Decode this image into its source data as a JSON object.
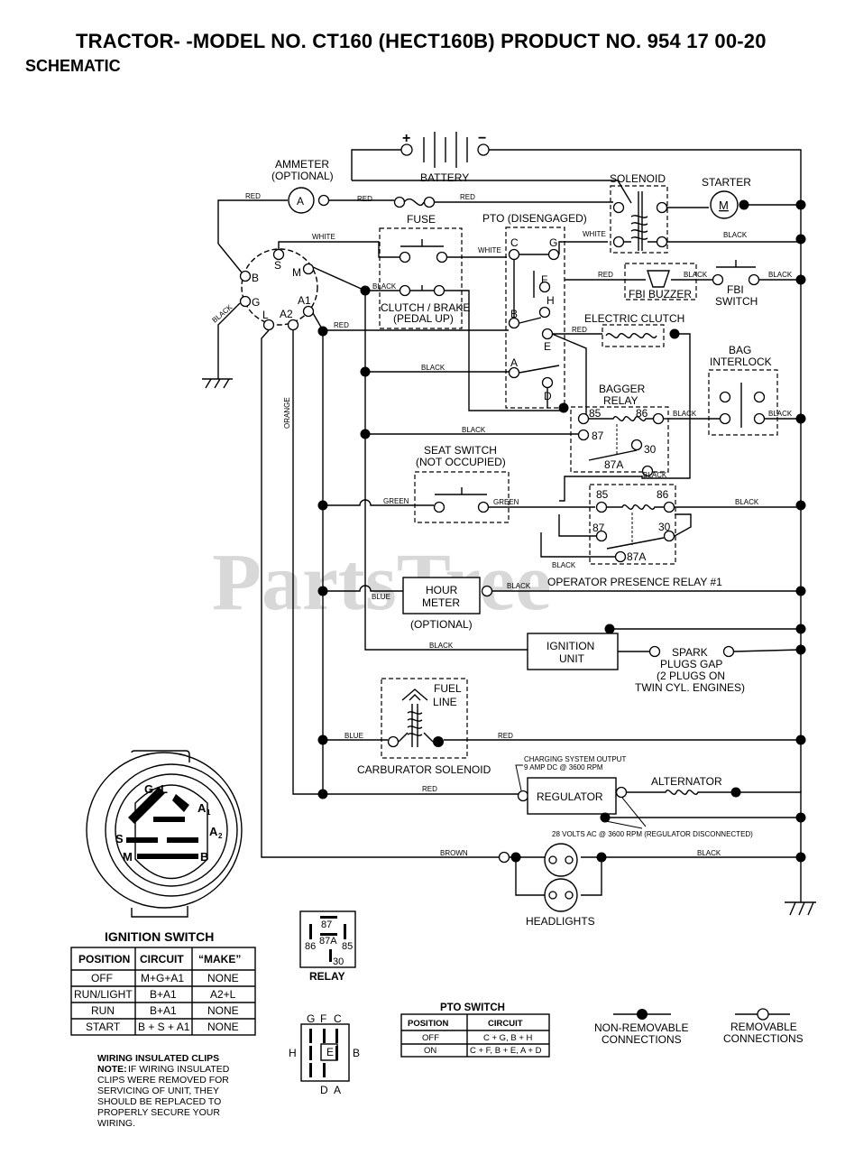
{
  "header": {
    "title": "TRACTOR- -MODEL NO. CT160 (HECT160B) PRODUCT NO. 954 17 00-20",
    "subtitle": "SCHEMATIC"
  },
  "watermark": "PartsTree",
  "components": {
    "battery": "BATTERY",
    "battery_plus": "+",
    "battery_minus": "−",
    "ammeter": "AMMETER",
    "ammeter_optional": "(OPTIONAL)",
    "ammeter_symbol": "A",
    "fuse": "FUSE",
    "solenoid": "SOLENOID",
    "starter": "STARTER",
    "starter_symbol": "M",
    "pto": "PTO (DISENGAGED)",
    "clutch_brake_1": "CLUTCH / BRAKE",
    "clutch_brake_2": "(PEDAL UP)",
    "fbi_buzzer": "FBI BUZZER",
    "fbi_switch_1": "FBI",
    "fbi_switch_2": "SWITCH",
    "electric_clutch": "ELECTRIC CLUTCH",
    "bag_interlock_1": "BAG",
    "bag_interlock_2": "INTERLOCK",
    "bagger_relay_1": "BAGGER",
    "bagger_relay_2": "RELAY",
    "seat_switch_1": "SEAT SWITCH",
    "seat_switch_2": "(NOT OCCUPIED)",
    "operator_relay": "OPERATOR PRESENCE RELAY #1",
    "hour_meter_1": "HOUR",
    "hour_meter_2": "METER",
    "hour_meter_optional": "(OPTIONAL)",
    "ignition_unit_1": "IGNITION",
    "ignition_unit_2": "UNIT",
    "spark_1": "SPARK",
    "spark_2": "PLUGS GAP",
    "spark_3": "(2 PLUGS ON",
    "spark_4": "TWIN CYL. ENGINES)",
    "fuel_line_1": "FUEL",
    "fuel_line_2": "LINE",
    "carburetor_solenoid": "CARBURATOR SOLENOID",
    "charging_1": "CHARGING SYSTEM OUTPUT",
    "charging_2": "9 AMP DC @ 3600 RPM",
    "regulator": "REGULATOR",
    "alternator": "ALTERNATOR",
    "volts_note": "28 VOLTS AC @ 3600 RPM (REGULATOR DISCONNECTED)",
    "headlights": "HEADLIGHTS"
  },
  "terminals": {
    "ign_s": "S",
    "ign_m": "M",
    "ign_b": "B",
    "ign_g": "G",
    "ign_l": "L",
    "ign_a2": "A2",
    "ign_a1": "A1",
    "pto_c": "C",
    "pto_g": "G",
    "pto_f": "F",
    "pto_h": "H",
    "pto_b": "B",
    "pto_e": "E",
    "pto_a": "A",
    "pto_d": "D",
    "br_85": "85",
    "br_86": "86",
    "br_87": "87",
    "br_30": "30",
    "br_87a": "87A",
    "op_85": "85",
    "op_86": "86",
    "op_87": "87",
    "op_30": "30",
    "op_87a": "87A"
  },
  "wires": {
    "red_1": "RED",
    "red_2": "RED",
    "red_3": "RED",
    "red_4": "RED",
    "red_5": "RED",
    "red_6": "RED",
    "red_7": "RED",
    "white_1": "WHITE",
    "white_2": "WHITE",
    "white_3": "WHITE",
    "black_1": "BLACK",
    "black_2": "BLACK",
    "black_3": "BLACK",
    "black_4": "BLACK",
    "black_5": "BLACK",
    "black_6": "BLACK",
    "black_7": "BLACK",
    "black_8": "BLACK",
    "black_9": "BLACK",
    "black_10": "BLACK",
    "black_11": "BLACK",
    "black_12": "BLACK",
    "black_13": "BLACK",
    "black_14": "BLACK",
    "black_15": "BLACK",
    "black_16": "BLACK",
    "green_1": "GREEN",
    "green_2": "GREEN",
    "orange": "ORANGE",
    "blue_1": "BLUE",
    "blue_2": "BLUE",
    "brown": "BROWN"
  },
  "ignition_switch": {
    "title": "IGNITION SWITCH",
    "face": {
      "g": "G",
      "l": "L",
      "a1": "A",
      "a1_sub": "1",
      "s": "S",
      "a2": "A",
      "a2_sub": "2",
      "m": "M",
      "b": "B"
    },
    "columns": [
      "POSITION",
      "CIRCUIT",
      "“MAKE”"
    ],
    "rows": [
      [
        "OFF",
        "M+G+A1",
        "NONE"
      ],
      [
        "RUN/LIGHT",
        "B+A1",
        "A2+L"
      ],
      [
        "RUN",
        "B+A1",
        "NONE"
      ],
      [
        "START",
        "B + S + A1",
        "NONE"
      ]
    ]
  },
  "relay_legend": {
    "title": "RELAY",
    "t87": "87",
    "t86": "86",
    "t87a": "87A",
    "t85": "85",
    "t30": "30"
  },
  "pto_legend": {
    "g": "G",
    "f": "F",
    "c": "C",
    "h": "H",
    "e": "E",
    "b": "B",
    "d": "D",
    "a": "A"
  },
  "pto_switch": {
    "title": "PTO SWITCH",
    "columns": [
      "POSITION",
      "CIRCUIT"
    ],
    "rows": [
      [
        "OFF",
        "C + G, B + H"
      ],
      [
        "ON",
        "C + F, B + E, A + D"
      ]
    ]
  },
  "connections_legend": {
    "non_removable_1": "NON-REMOVABLE",
    "non_removable_2": "CONNECTIONS",
    "removable_1": "REMOVABLE",
    "removable_2": "CONNECTIONS"
  },
  "note": {
    "title": "WIRING INSULATED CLIPS",
    "label": "NOTE:",
    "lines": [
      "IF WIRING INSULATED",
      "CLIPS WERE REMOVED FOR",
      "SERVICING OF UNIT, THEY",
      "SHOULD BE REPLACED TO",
      "PROPERLY SECURE YOUR",
      "WIRING."
    ]
  }
}
